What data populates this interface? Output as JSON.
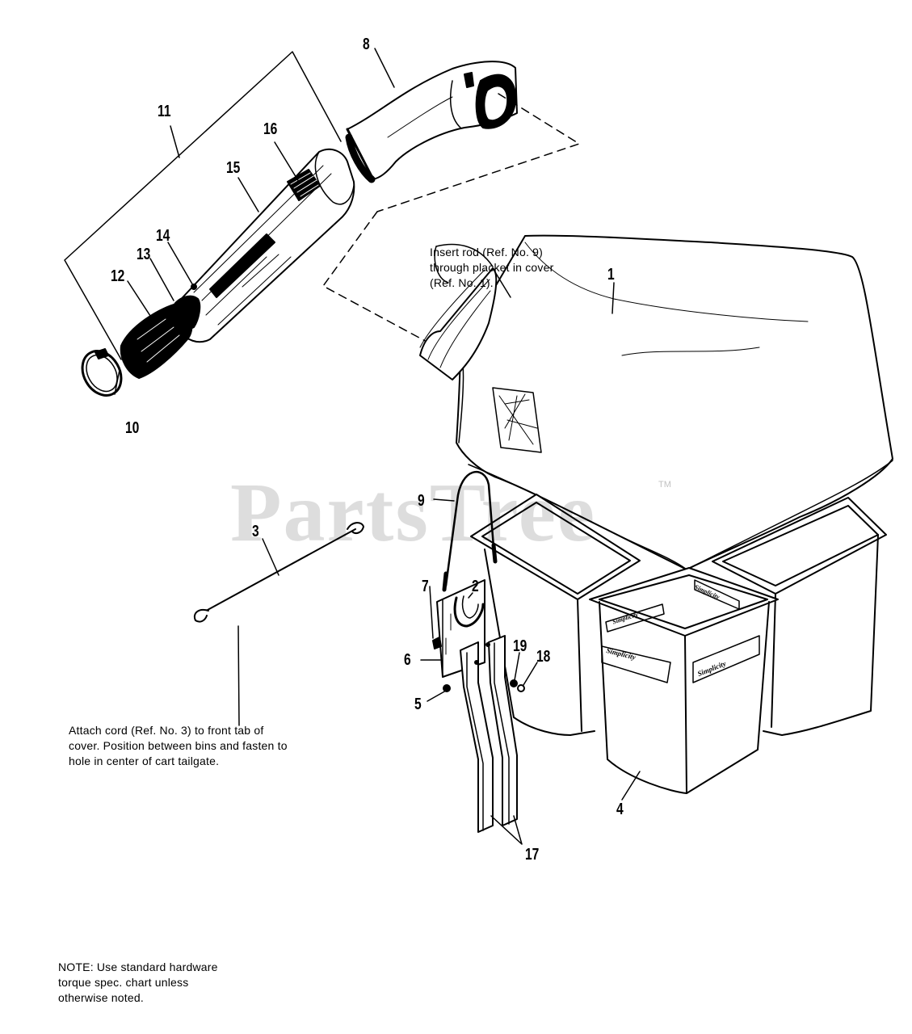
{
  "watermark": {
    "text": "PartsTree",
    "tm": "TM"
  },
  "callouts": {
    "c1": "1",
    "c2": "2",
    "c3": "3",
    "c4": "4",
    "c5": "5",
    "c6": "6",
    "c7": "7",
    "c8": "8",
    "c9": "9",
    "c10": "10",
    "c11": "11",
    "c12": "12",
    "c13": "13",
    "c14": "14",
    "c15": "15",
    "c16": "16",
    "c17": "17",
    "c18": "18",
    "c19": "19"
  },
  "notes": {
    "insert_rod": [
      "Insert rod (Ref. No. 9)",
      "through placket in cover",
      "(Ref. No. 1)."
    ],
    "attach_cord": [
      "Attach cord (Ref. No. 3) to front tab of",
      "cover. Position between bins and fasten to",
      "hole in center of cart tailgate."
    ],
    "hardware": [
      "NOTE: Use standard hardware",
      "torque spec. chart unless",
      "otherwise noted."
    ]
  },
  "bin_labels": [
    "Simplicity",
    "Simplicity",
    "Simplicity",
    "Simplicity"
  ]
}
